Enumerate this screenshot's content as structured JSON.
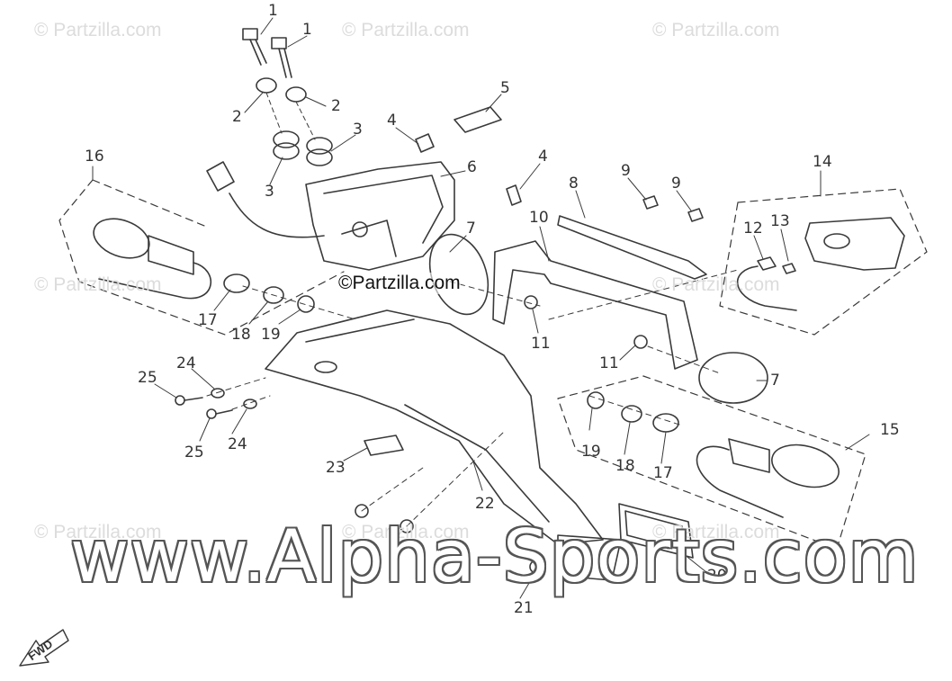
{
  "diagram": {
    "watermark_text": "© Partzilla.com",
    "center_stamp": "©Partzilla.com",
    "site_watermark": "www.Alpha-Sports.com",
    "direction_label": "FWD",
    "callouts": [
      "1",
      "1",
      "2",
      "2",
      "3",
      "3",
      "4",
      "4",
      "5",
      "6",
      "7",
      "7",
      "8",
      "9",
      "9",
      "10",
      "11",
      "11",
      "12",
      "13",
      "14",
      "15",
      "16",
      "17",
      "17",
      "18",
      "18",
      "19",
      "19",
      "20",
      "21",
      "22",
      "23",
      "24",
      "24",
      "25",
      "25"
    ]
  }
}
